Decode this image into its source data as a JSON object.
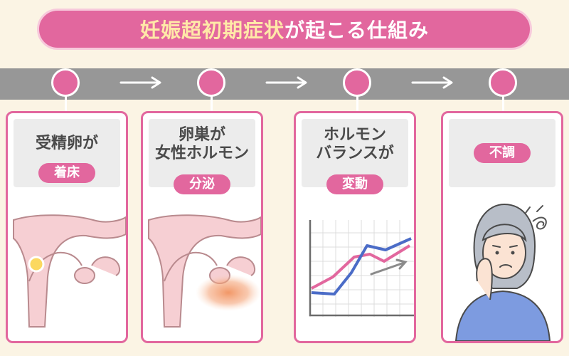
{
  "title": {
    "highlight": "妊娠超初期症状",
    "rest": "が起こる仕組み"
  },
  "steps": [
    {
      "line1": "受精卵が",
      "line2": "",
      "tag": "着床"
    },
    {
      "line1": "卵巣が",
      "line2": "女性ホルモン",
      "tag": "分泌"
    },
    {
      "line1": "ホルモン",
      "line2": "バランスが",
      "tag": "変動"
    },
    {
      "line1": "",
      "line2": "",
      "tag": "不調"
    }
  ],
  "colors": {
    "accent": "#e2679e",
    "track": "#979797",
    "background": "#fbf4e4",
    "title_highlight": "#ffe9a8"
  }
}
